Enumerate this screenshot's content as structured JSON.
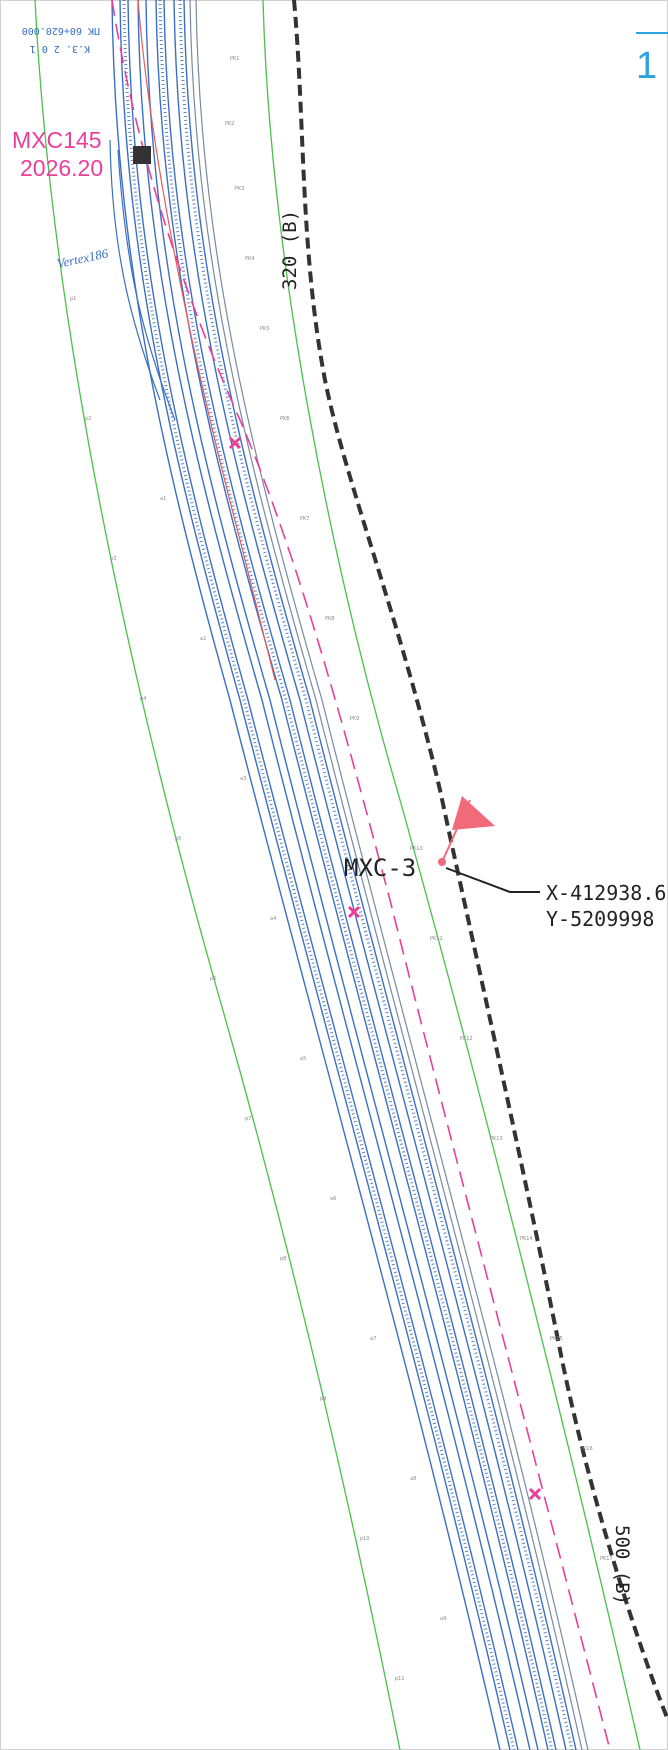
{
  "marker_top": {
    "name": "MXC145",
    "elevation": "2026.20",
    "color": "#e8409a"
  },
  "marker_mxc3": {
    "name": "MXC-3",
    "coord_x": "X-412938.6",
    "coord_y": "Y-5209998",
    "flag_color": "#f06a7a"
  },
  "pk_label": "ПК 60+620.000",
  "ks_label": "К.З. 2 0 1",
  "vertex_label": "Vertex186",
  "boundary_labels": {
    "upper": "320 (B)",
    "lower": "500 (B)"
  },
  "corner_number": "1",
  "colors": {
    "boundary": "#333333",
    "pipeline": "#3a6fc4",
    "pipeline_gray": "#7a8aa0",
    "green_line": "#4cbf4c",
    "magenta_line": "#e8409a",
    "red_line": "#e85a5a",
    "corner_blue": "#2aa4e0"
  },
  "icons": {
    "station": "square-marker-icon",
    "flag": "flag-icon",
    "cross": "cross-marker-icon"
  }
}
